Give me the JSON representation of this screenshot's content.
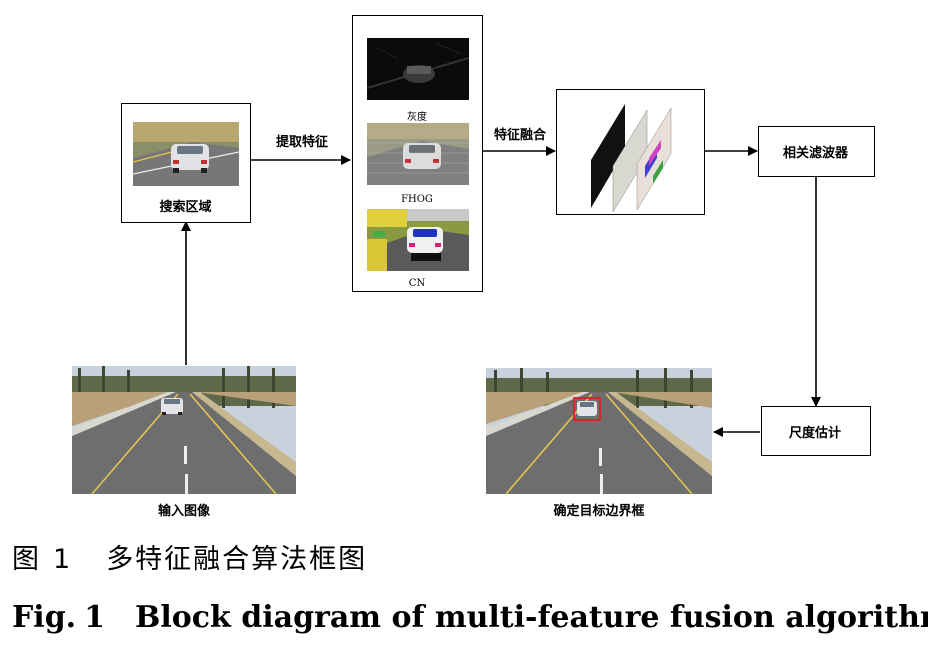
{
  "nodes": {
    "search_region": "搜索区域",
    "gray": "灰度",
    "fhog": "FHOG",
    "cn": "CN",
    "correlation_filter": "相关滤波器",
    "scale_estimation": "尺度估计",
    "input_image": "输入图像",
    "target_box": "确定目标边界框"
  },
  "edges": {
    "extract_features": "提取特征",
    "feature_fusion": "特征融合"
  },
  "caption": {
    "cn_prefix": "图",
    "cn_number": "1",
    "cn_title": "多特征融合算法框图",
    "en_prefix": "Fig.",
    "en_number": "1",
    "en_title": "Block diagram of multi-feature fusion algorithm"
  },
  "colors": {
    "line": "#000000",
    "road": "#6b6b6b",
    "sky": "#c9d3dc",
    "bbox": "#e02020"
  }
}
